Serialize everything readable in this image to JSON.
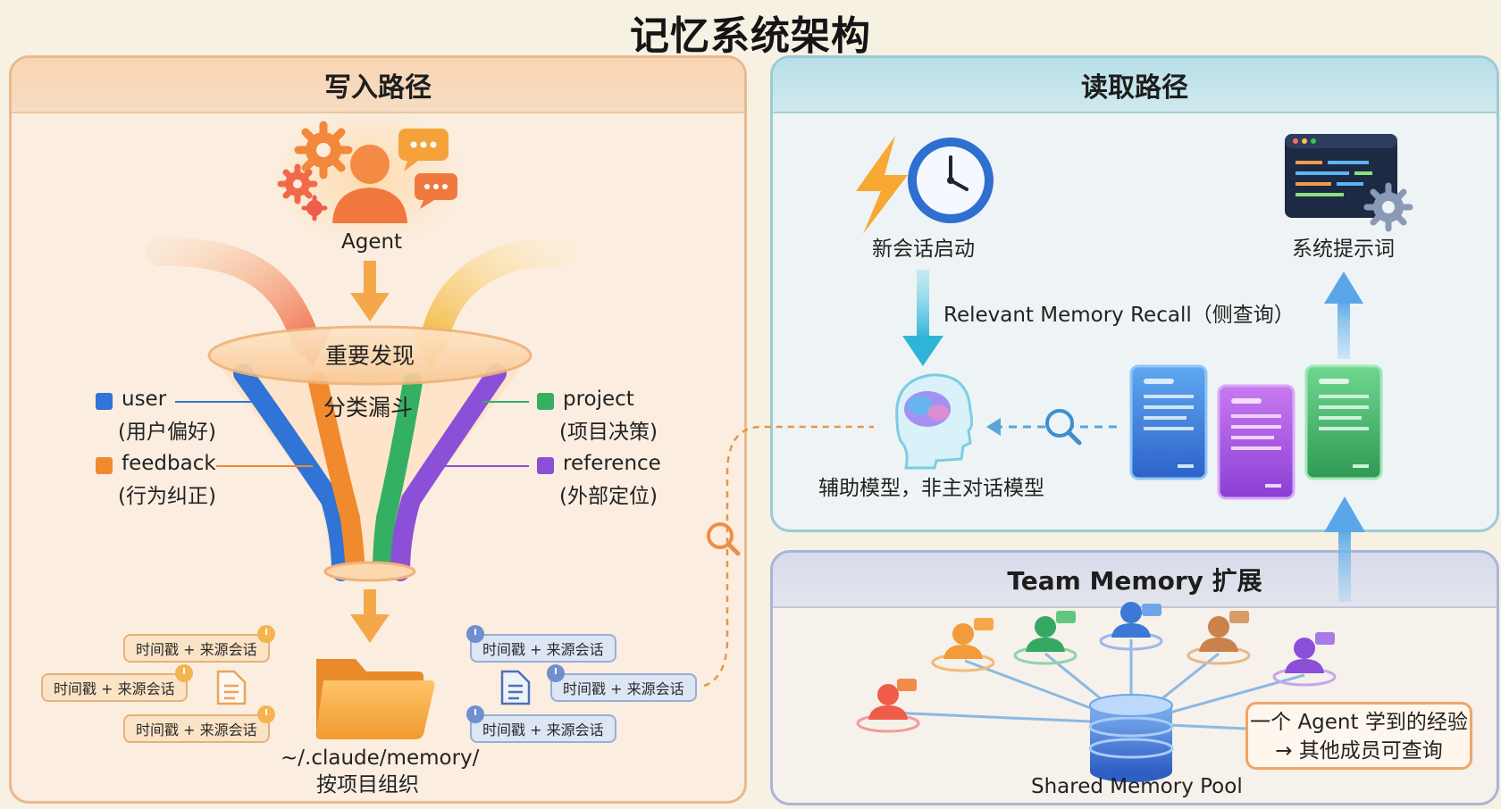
{
  "title": "记忆系统架构",
  "write_path": {
    "header": "写入路径",
    "agent_label": "Agent",
    "funnel_top_label": "重要发现",
    "funnel_label": "分类漏斗",
    "categories": [
      {
        "name": "user",
        "desc": "(用户偏好)",
        "color": "#2f74d6"
      },
      {
        "name": "feedback",
        "desc": "(行为纠正)",
        "color": "#f08a2d"
      },
      {
        "name": "project",
        "desc": "(项目决策)",
        "color": "#34b064"
      },
      {
        "name": "reference",
        "desc": "(外部定位)",
        "color": "#8b4fd8"
      }
    ],
    "tags_left": [
      "时间戳 + 来源会话",
      "时间戳 + 来源会话",
      "时间戳 + 来源会话"
    ],
    "tags_right": [
      "时间戳 + 来源会话",
      "时间戳 + 来源会话",
      "时间戳 + 来源会话"
    ],
    "storage_path": "~/.claude/memory/",
    "storage_desc": "按项目组织"
  },
  "read_path": {
    "header": "读取路径",
    "new_session": "新会话启动",
    "system_prompt": "系统提示词",
    "recall_label": "Relevant Memory Recall（侧查询）",
    "aux_model": "辅助模型，非主对话模型"
  },
  "team_memory": {
    "header": "Team Memory 扩展",
    "pool_label": "Shared Memory Pool",
    "callout_line1": "一个 Agent 学到的经验",
    "callout_line2": "→ 其他成员可查询"
  },
  "colors": {
    "warm_accent": "#f0a567",
    "cool_accent": "#5aa6d6",
    "blue": "#2f74d6",
    "orange": "#f08a2d",
    "green": "#34b064",
    "purple": "#8b4fd8"
  },
  "icons": [
    "gear-icon",
    "agent-avatar-icon",
    "chat-bubble-icon",
    "arrow-down-icon",
    "folder-icon",
    "document-icon",
    "clock-icon",
    "magnifier-icon",
    "lightning-icon",
    "alarm-clock-icon",
    "terminal-window-icon",
    "brain-head-icon",
    "memory-card-icon",
    "database-icon",
    "team-member-icon"
  ]
}
